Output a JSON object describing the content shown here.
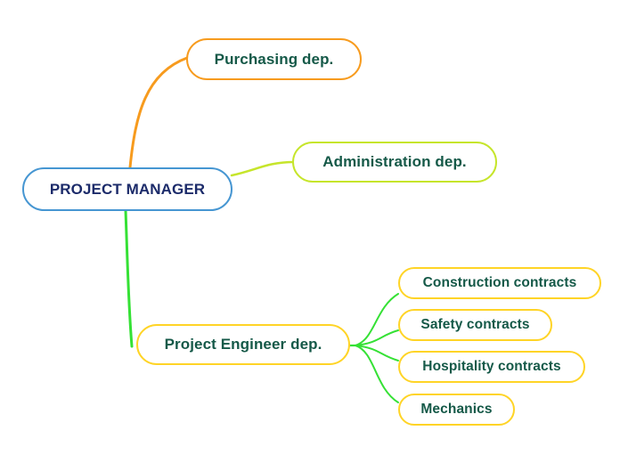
{
  "canvas": {
    "background": "#ffffff"
  },
  "mindmap": {
    "root": {
      "label": "PROJECT MANAGER",
      "border_color": "#4696d2",
      "text_color": "#1c2b6a"
    },
    "branches": [
      {
        "id": "purchasing",
        "label": "Purchasing dep.",
        "border_color": "#f79b1e",
        "connector_color": "#f79b1e",
        "text_color": "#155948"
      },
      {
        "id": "administration",
        "label": "Administration dep.",
        "border_color": "#c6e52b",
        "connector_color": "#c6e52b",
        "text_color": "#155948"
      },
      {
        "id": "engineer",
        "label": "Project Engineer dep.",
        "border_color": "#ffd426",
        "connector_color": "#35e135",
        "text_color": "#155948",
        "children": [
          {
            "id": "construction",
            "label": "Construction contracts",
            "border_color": "#ffd426",
            "connector_color": "#35e135",
            "text_color": "#155948"
          },
          {
            "id": "safety",
            "label": "Safety contracts",
            "border_color": "#ffd426",
            "connector_color": "#35e135",
            "text_color": "#155948"
          },
          {
            "id": "hospitality",
            "label": "Hospitality contracts",
            "border_color": "#ffd426",
            "connector_color": "#35e135",
            "text_color": "#155948"
          },
          {
            "id": "mechanics",
            "label": "Mechanics",
            "border_color": "#ffd426",
            "connector_color": "#35e135",
            "text_color": "#155948"
          }
        ]
      }
    ]
  }
}
